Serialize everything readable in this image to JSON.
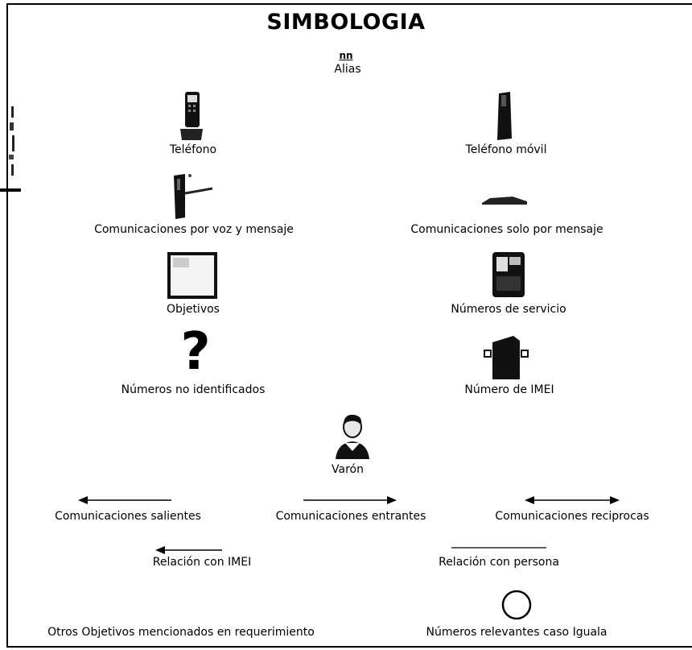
{
  "title": "SIMBOLOGIA",
  "alias": {
    "icon_text": "nn",
    "label": "Alias"
  },
  "symbols": {
    "telefono": "Teléfono",
    "telefono_movil": "Teléfono móvil",
    "voz_mensaje": "Comunicaciones por voz y mensaje",
    "solo_mensaje": "Comunicaciones solo por mensaje",
    "objetivos": "Objetivos",
    "numeros_servicio": "Números de servicio",
    "no_identificados": "Números no identificados",
    "imei": "Número de IMEI",
    "varon": "Varón"
  },
  "links": {
    "salientes": "Comunicaciones salientes",
    "entrantes": "Comunicaciones entrantes",
    "reciprocas": "Comunicaciones reciprocas",
    "relacion_imei": "Relación con IMEI",
    "relacion_persona": "Relación con persona",
    "otros_objetivos": "Otros Objetivos mencionados en requerimiento",
    "relevantes": "Números relevantes caso Iguala"
  },
  "glyphs": {
    "question": "?"
  }
}
